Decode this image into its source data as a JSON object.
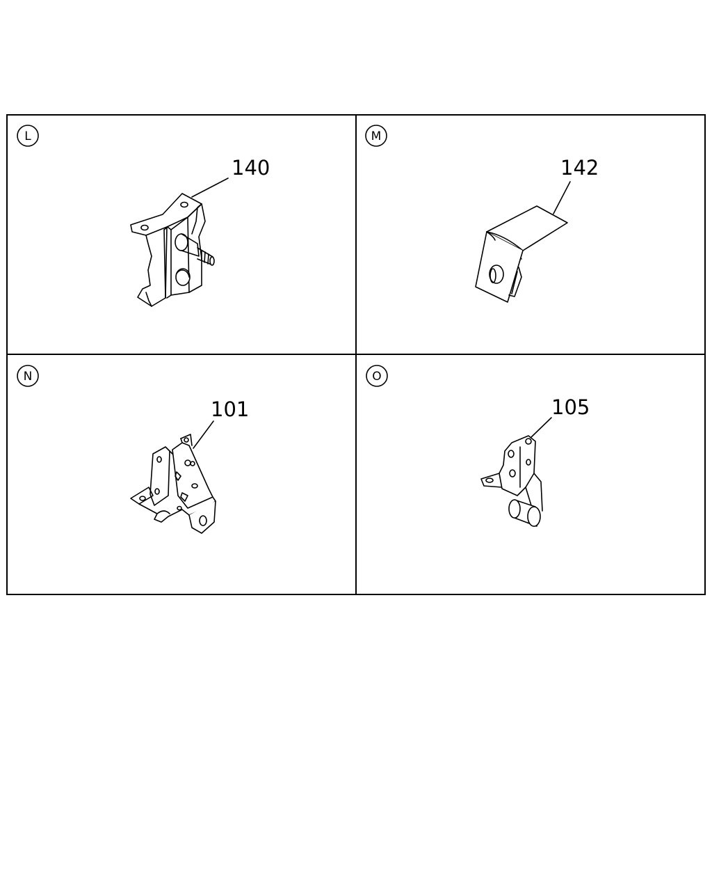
{
  "panels": [
    {
      "letter": "L",
      "part_number": "140"
    },
    {
      "letter": "M",
      "part_number": "142"
    },
    {
      "letter": "N",
      "part_number": "101"
    },
    {
      "letter": "O",
      "part_number": "105"
    }
  ],
  "colors": {
    "line": "#000000",
    "background": "#ffffff"
  }
}
